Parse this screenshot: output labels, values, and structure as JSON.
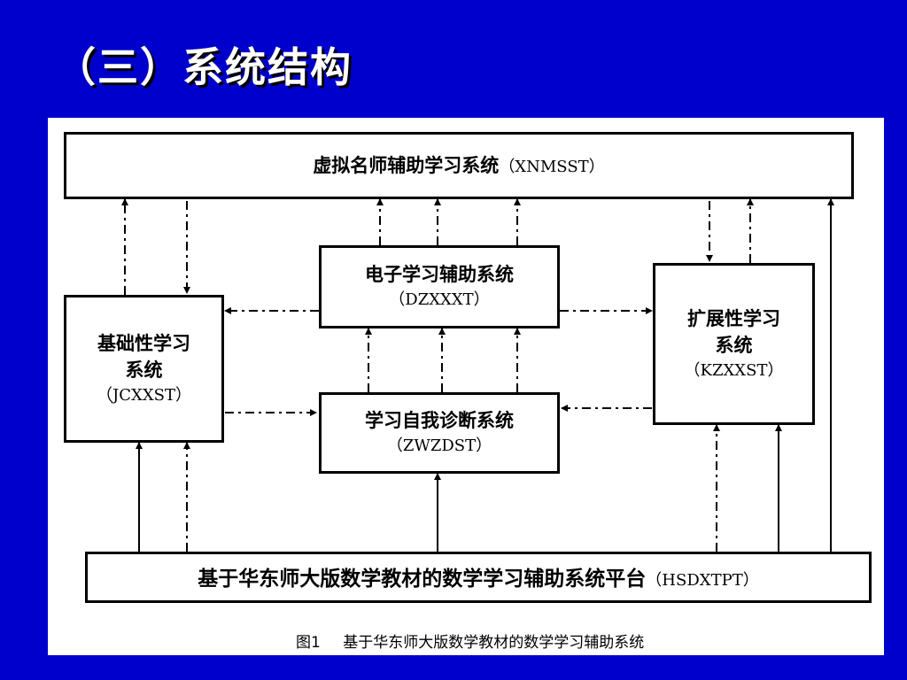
{
  "slide": {
    "title": "（三）系统结构"
  },
  "diagram": {
    "top": {
      "name": "虚拟名师辅助学习系统",
      "code": "（XNMSST）"
    },
    "dz": {
      "name": "电子学习辅助系统",
      "code": "（DZXXXT）"
    },
    "jc": {
      "name_line1": "基础性学习",
      "name_line2": "系统",
      "code": "（JCXXST）"
    },
    "kz": {
      "name_line1": "扩展性学习",
      "name_line2": "系统",
      "code": "（KZXXST）"
    },
    "zw": {
      "name": "学习自我诊断系统",
      "code": "（ZWZDST）"
    },
    "platform": {
      "name": "基于华东师大版数学教材的数学学习辅助系统平台",
      "code": "（HSDXTPT）"
    },
    "caption": {
      "number": "图1",
      "text": "基于华东师大版数学教材的数学学习辅助系统"
    }
  }
}
